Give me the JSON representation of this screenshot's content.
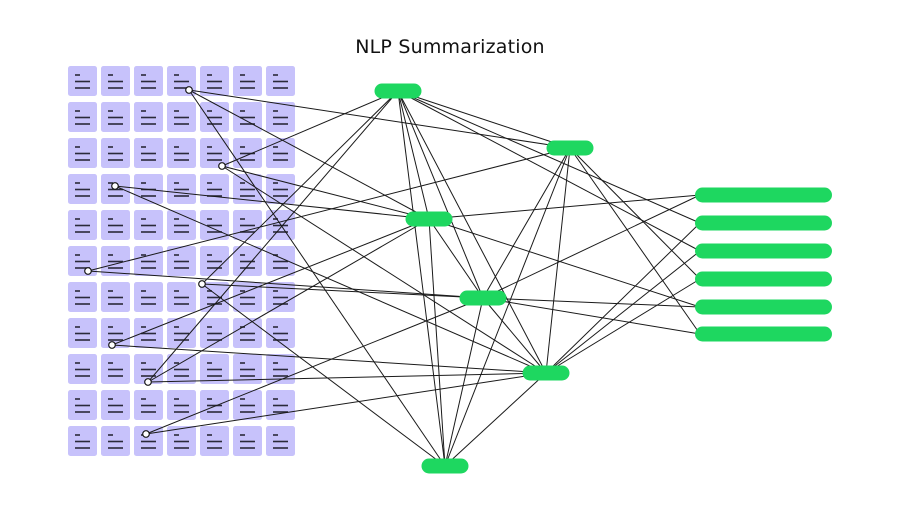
{
  "title": "NLP Summarization",
  "colors": {
    "document_cell": "#c7c2fb",
    "document_lines": "#2a2a3a",
    "node_fill": "#1ed760",
    "edge": "#1a1a1a",
    "input_node_fill": "#ffffff"
  },
  "document_grid": {
    "columns": 7,
    "rows": 11
  },
  "input_nodes": [
    {
      "id": "L1",
      "col": 3,
      "row": 0
    },
    {
      "id": "L2",
      "col": 4,
      "row": 2
    },
    {
      "id": "L3",
      "col": 1,
      "row": 3
    },
    {
      "id": "L4",
      "col": 0,
      "row": 5
    },
    {
      "id": "L5",
      "col": 4,
      "row": 6
    },
    {
      "id": "L6",
      "col": 1,
      "row": 7
    },
    {
      "id": "L7",
      "col": 2,
      "row": 8
    },
    {
      "id": "L8",
      "col": 2,
      "row": 10
    }
  ],
  "hidden_nodes": [
    "M1",
    "M2",
    "M3",
    "M4",
    "M5",
    "M6"
  ],
  "output_nodes": [
    "O1",
    "O2",
    "O3",
    "O4",
    "O5",
    "O6"
  ],
  "edges": [
    [
      "L1",
      "M2"
    ],
    [
      "L1",
      "M3"
    ],
    [
      "L1",
      "M6"
    ],
    [
      "L2",
      "M1"
    ],
    [
      "L2",
      "M3"
    ],
    [
      "L2",
      "M5"
    ],
    [
      "L3",
      "M3"
    ],
    [
      "L3",
      "M5"
    ],
    [
      "L4",
      "M2"
    ],
    [
      "L4",
      "M4"
    ],
    [
      "L5",
      "M1"
    ],
    [
      "L5",
      "M4"
    ],
    [
      "L5",
      "M6"
    ],
    [
      "L6",
      "M3"
    ],
    [
      "L6",
      "M5"
    ],
    [
      "L7",
      "M1"
    ],
    [
      "L7",
      "M3"
    ],
    [
      "L7",
      "M5"
    ],
    [
      "L8",
      "M4"
    ],
    [
      "L8",
      "M5"
    ],
    [
      "M1",
      "M2"
    ],
    [
      "M1",
      "M3"
    ],
    [
      "M1",
      "M4"
    ],
    [
      "M1",
      "M5"
    ],
    [
      "M1",
      "M6"
    ],
    [
      "M1",
      "O2"
    ],
    [
      "M1",
      "O3"
    ],
    [
      "M2",
      "M4"
    ],
    [
      "M2",
      "M5"
    ],
    [
      "M2",
      "M6"
    ],
    [
      "M2",
      "O4"
    ],
    [
      "M2",
      "O6"
    ],
    [
      "M3",
      "M4"
    ],
    [
      "M3",
      "M6"
    ],
    [
      "M3",
      "O1"
    ],
    [
      "M3",
      "O5"
    ],
    [
      "M4",
      "M5"
    ],
    [
      "M4",
      "M6"
    ],
    [
      "M4",
      "O1"
    ],
    [
      "M4",
      "O5"
    ],
    [
      "M4",
      "O6"
    ],
    [
      "M5",
      "M6"
    ],
    [
      "M5",
      "O2"
    ],
    [
      "M5",
      "O3"
    ],
    [
      "M5",
      "O4"
    ]
  ]
}
